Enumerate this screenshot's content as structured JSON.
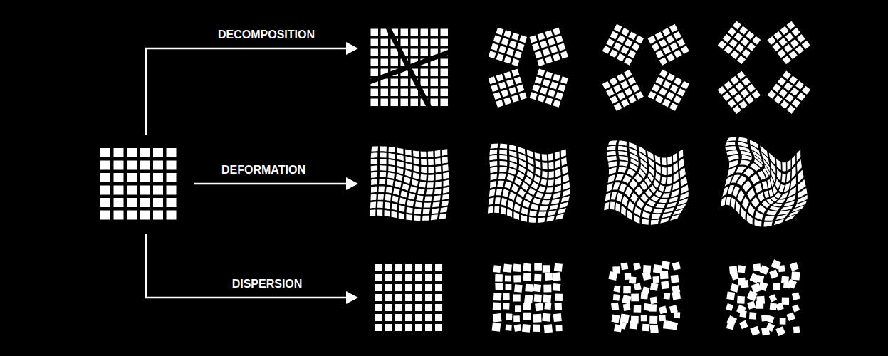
{
  "diagram": {
    "labels": [
      "DECOMPOSITION",
      "DEFORMATION",
      "DISPERSION"
    ]
  }
}
